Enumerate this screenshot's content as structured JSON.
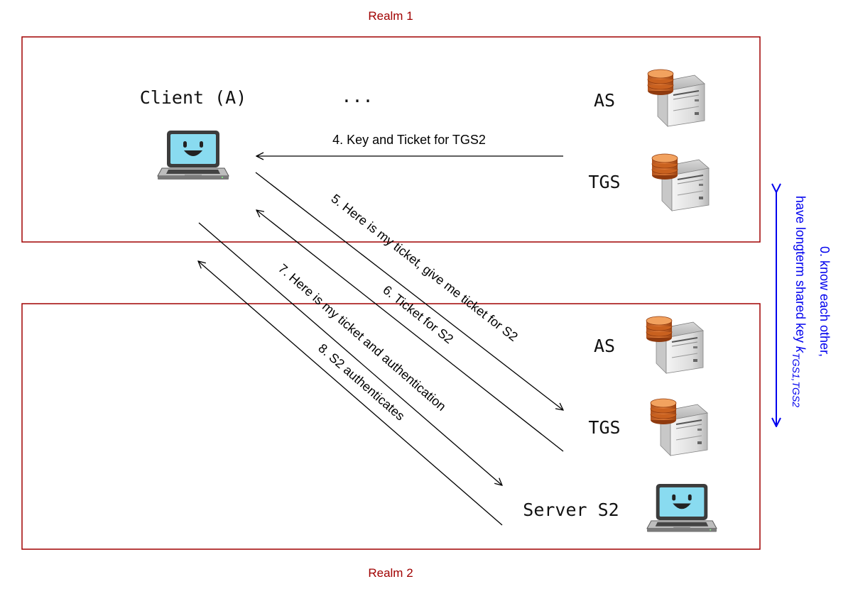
{
  "realm1": {
    "label": "Realm 1"
  },
  "realm2": {
    "label": "Realm 2"
  },
  "nodes": {
    "client": "Client (A)",
    "ellipsis": "...",
    "as1": "AS",
    "tgs1": "TGS",
    "as2": "AS",
    "tgs2": "TGS",
    "server": "Server S2"
  },
  "messages": {
    "m4": "4. Key and Ticket for TGS2",
    "m5": "5. Here is my ticket, give me ticket for S2",
    "m6": "6. Ticket for S2",
    "m7": "7. Here is my ticket and authentication",
    "m8": "8. S2 authenticates"
  },
  "note": {
    "line1": "0. know each other,",
    "line2_prefix": "have longterm shared key ",
    "line2_symbol": "k",
    "line2_subscript": "TGS1,TGS2"
  },
  "colors": {
    "realm_border": "#a00000",
    "note": "#0000ee",
    "arrows": "#000000"
  },
  "icons": {
    "client": "laptop-icon",
    "server": "laptop-icon",
    "auth_servers": "database-server-icon"
  }
}
